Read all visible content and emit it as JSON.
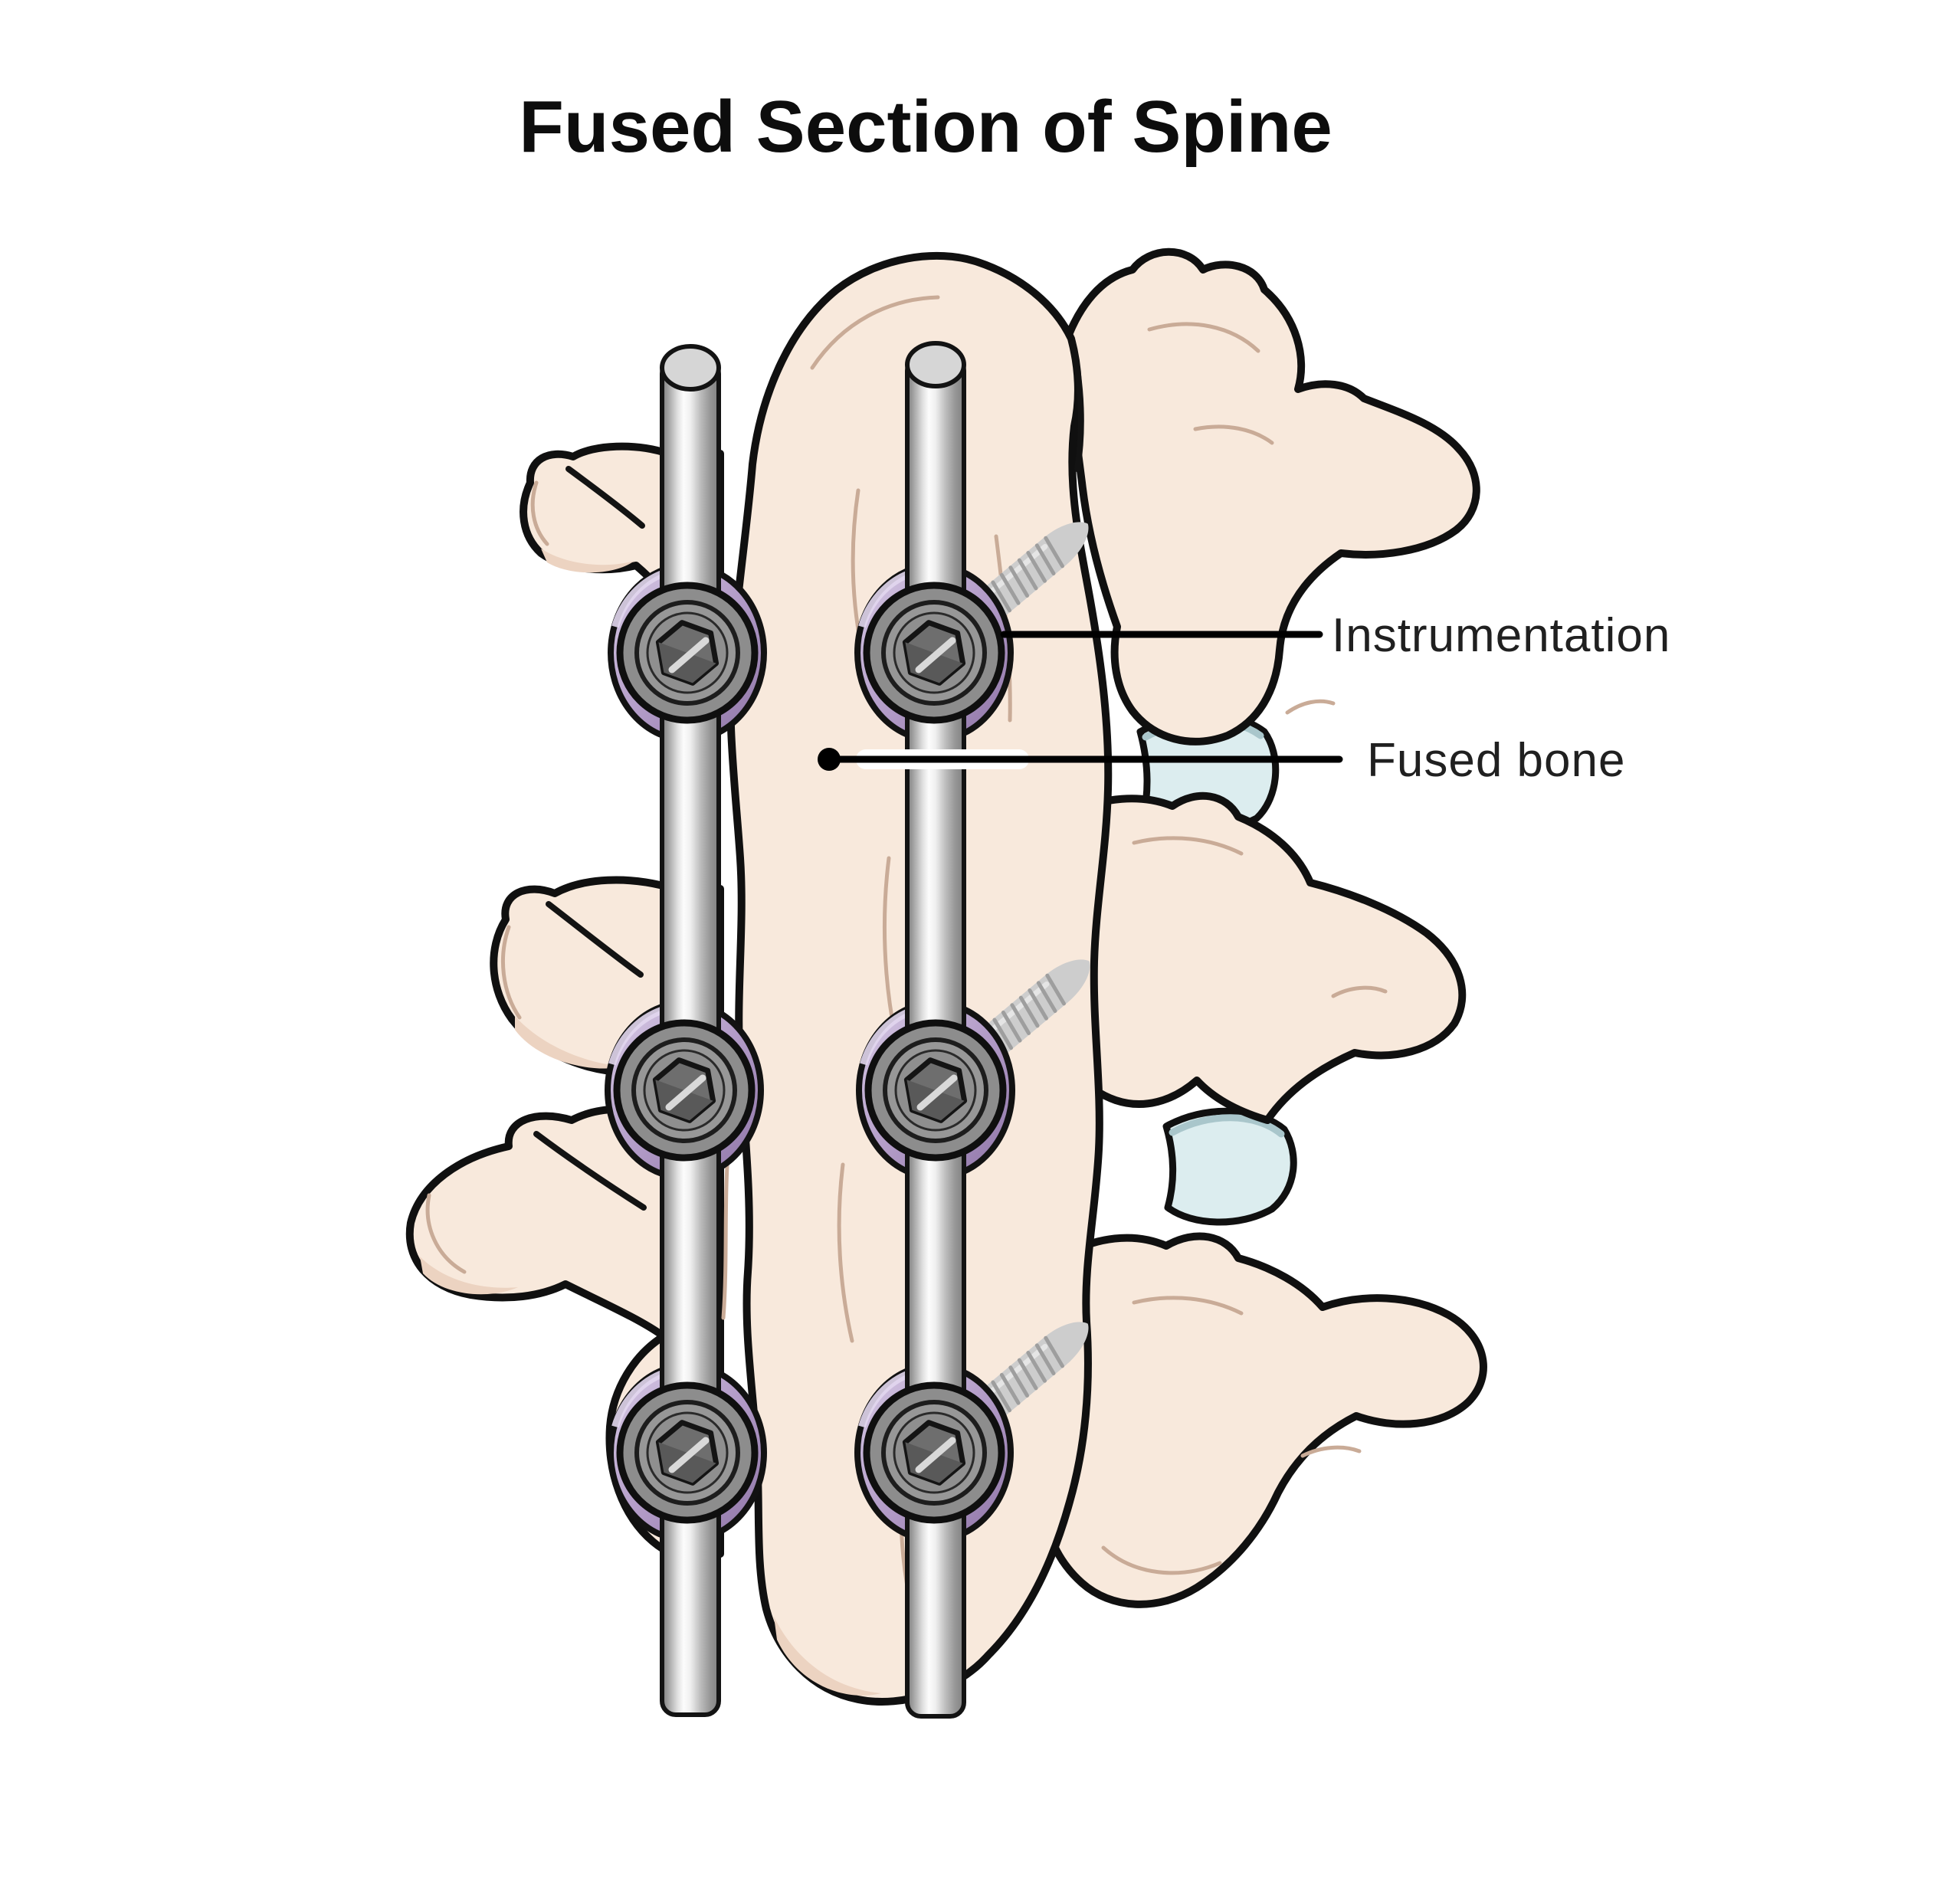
{
  "title": "Fused Section of Spine",
  "labels": {
    "instrumentation": "Instrumentation",
    "fused_bone": "Fused bone"
  },
  "colors": {
    "background": "#ffffff",
    "title_text": "#0d0d0d",
    "label_text": "#202020",
    "leader_line": "#000000",
    "bone_fill": "#f8e9dc",
    "bone_shadow": "#ecd3c1",
    "bone_outline": "#101010",
    "disc_fill": "#dcedef",
    "disc_shadow": "#a9c6cb",
    "rod_metal_highlight": "#fcfcfc",
    "rod_metal_dark": "#7d7d7d",
    "screw_head_gray": "#8d8d8d",
    "hex_socket_gray": "#6e6e6e",
    "washer_purple": "#b39cc8",
    "washer_purple_light": "#d8cbe6",
    "thread_gray": "#cdcdcd"
  }
}
